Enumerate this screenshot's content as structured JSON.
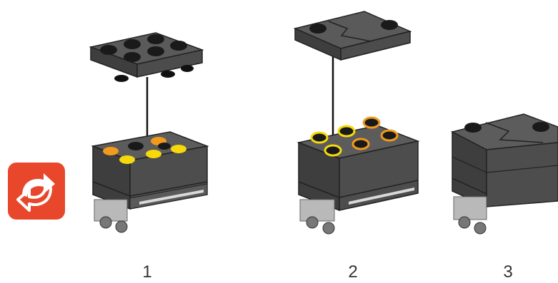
{
  "steps": [
    {
      "label": "1"
    },
    {
      "label": "2"
    },
    {
      "label": "3"
    }
  ],
  "rotate_button": {
    "icon": "rotate-arrows-icon",
    "color": "#e8472c"
  },
  "colors": {
    "brick_dark": "#3a3a3a",
    "brick_mid": "#5a5a5a",
    "brick_light": "#7a7a7a",
    "stud_black": "#1a1a1a",
    "stud_orange": "#f09a1e",
    "stud_yellow": "#f5d90a",
    "wheel": "#b9b9b9"
  }
}
